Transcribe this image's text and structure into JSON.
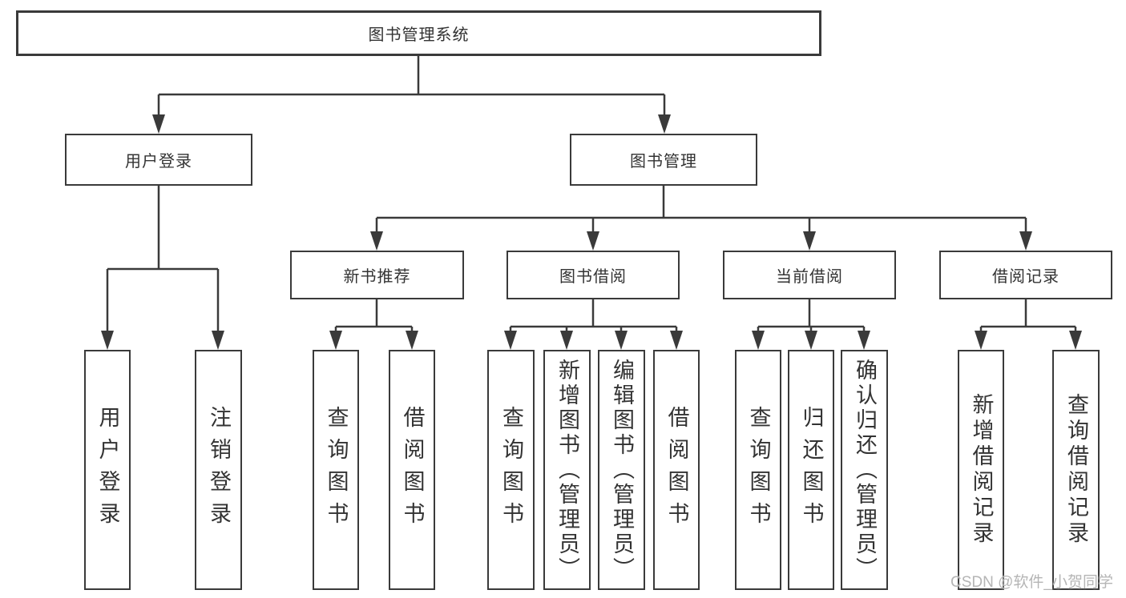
{
  "colors": {
    "line": "#3a3a3a",
    "text": "#333333",
    "background": "#ffffff",
    "watermark": "#b5b5b5"
  },
  "tree": {
    "root": {
      "label": "图书管理系统"
    },
    "branches": [
      {
        "label": "用户登录",
        "children": [
          {
            "label": "用户登录"
          },
          {
            "label": "注销登录"
          }
        ]
      },
      {
        "label": "图书管理",
        "sections": [
          {
            "label": "新书推荐",
            "children": [
              {
                "label": "查询图书"
              },
              {
                "label": "借阅图书"
              }
            ]
          },
          {
            "label": "图书借阅",
            "children": [
              {
                "label": "查询图书"
              },
              {
                "label": "新增图书（管理员）"
              },
              {
                "label": "编辑图书（管理员）"
              },
              {
                "label": "借阅图书"
              }
            ]
          },
          {
            "label": "当前借阅",
            "children": [
              {
                "label": "查询图书"
              },
              {
                "label": "归还图书"
              },
              {
                "label": "确认归还（管理员）"
              }
            ]
          },
          {
            "label": "借阅记录",
            "children": [
              {
                "label": "新增借阅记录"
              },
              {
                "label": "查询借阅记录"
              }
            ]
          }
        ]
      }
    ]
  },
  "watermark": {
    "text": "CSDN @软件_小贺同学"
  }
}
